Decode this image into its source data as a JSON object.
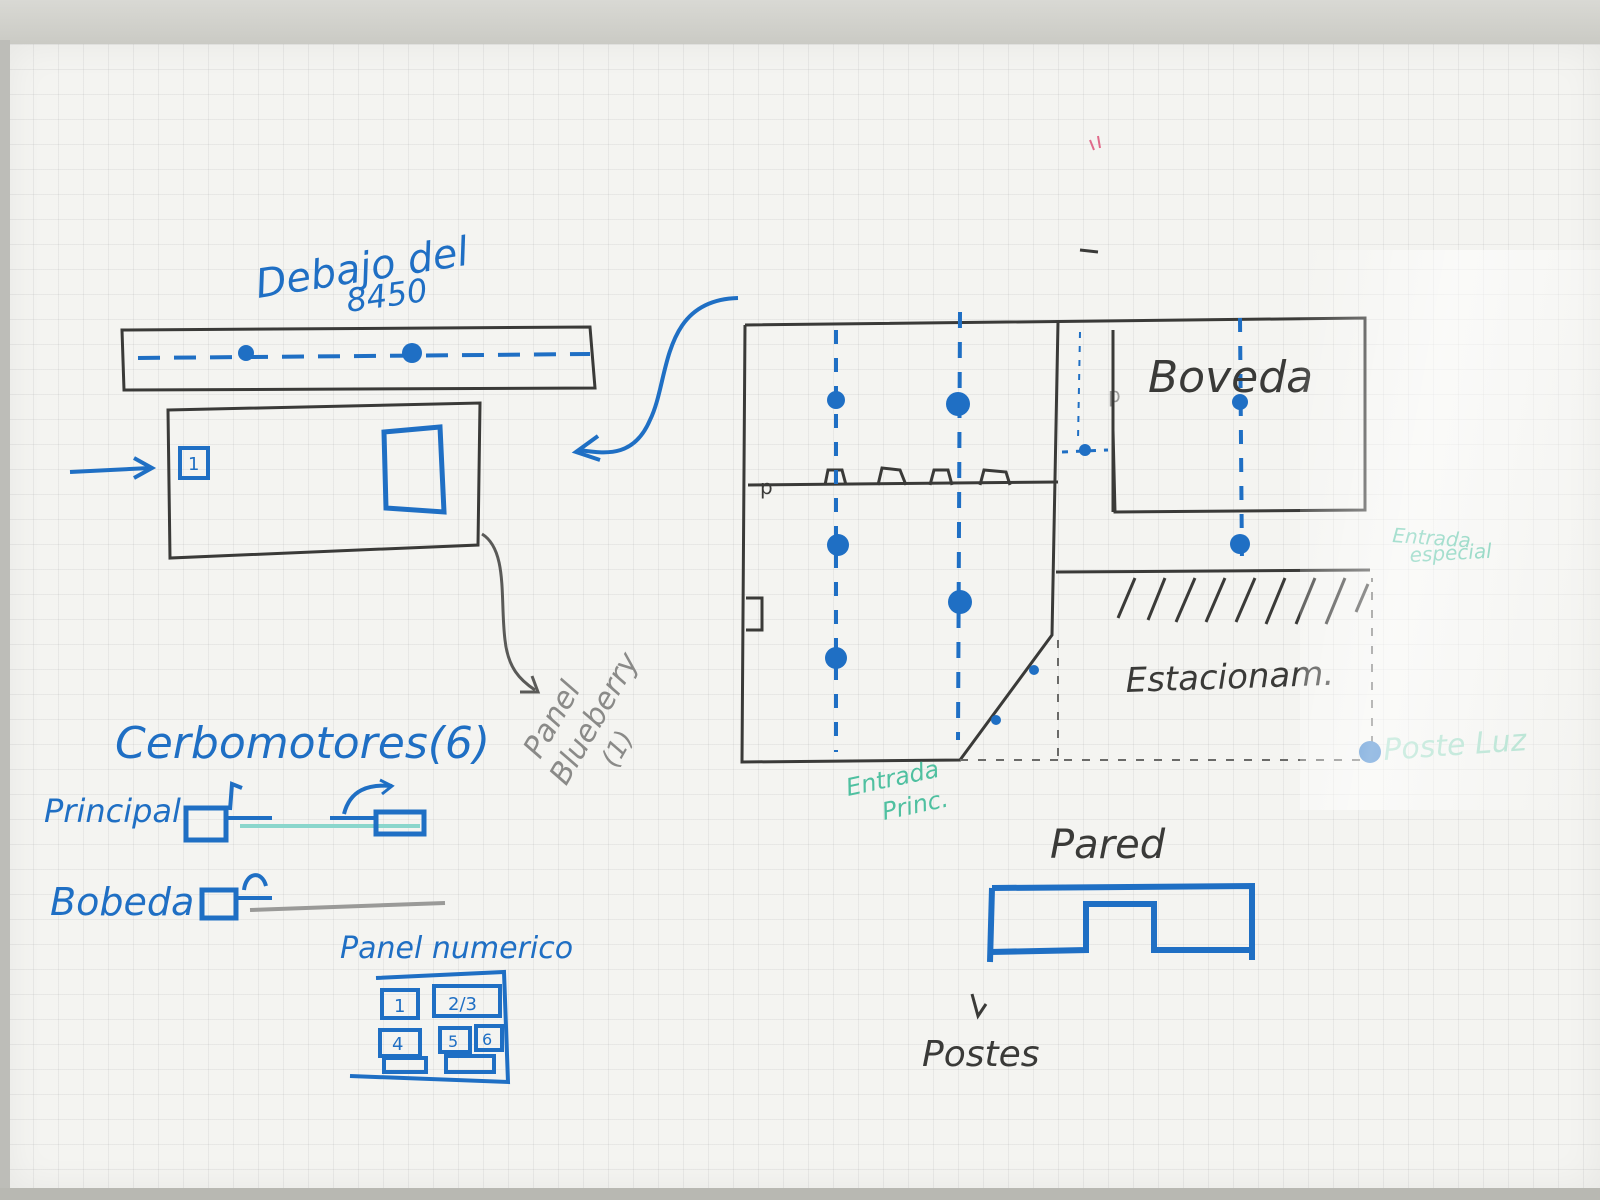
{
  "colors": {
    "blue_marker": "#1f6fc4",
    "black_marker": "#3a3a38",
    "green_marker": "#4fc0a0",
    "gray_marker": "#8a8a88"
  },
  "labels": {
    "debajo": "Debajo del",
    "debajo_2": "8450",
    "panel_blueberry_1": "Panel",
    "panel_blueberry_2": "Blueberry",
    "panel_blueberry_3": "(1)",
    "cerbomotores": "Cerbomotores(6)",
    "principal": "Principal",
    "bobeda": "Bobeda",
    "panel_numerico": "Panel numerico",
    "boveda": "Boveda",
    "entrada_especial_1": "Entrada",
    "entrada_especial_2": "especial",
    "estacionamiento": "Estacionam.",
    "poste_luz": "Poste Luz",
    "entrada_princ_1": "Entrada",
    "entrada_princ_2": "Princ.",
    "pared": "Pared",
    "postes": "Postes",
    "door_marker": "1",
    "keypad": [
      "1",
      "2/3",
      "4",
      "5",
      "6",
      "",
      ""
    ]
  }
}
